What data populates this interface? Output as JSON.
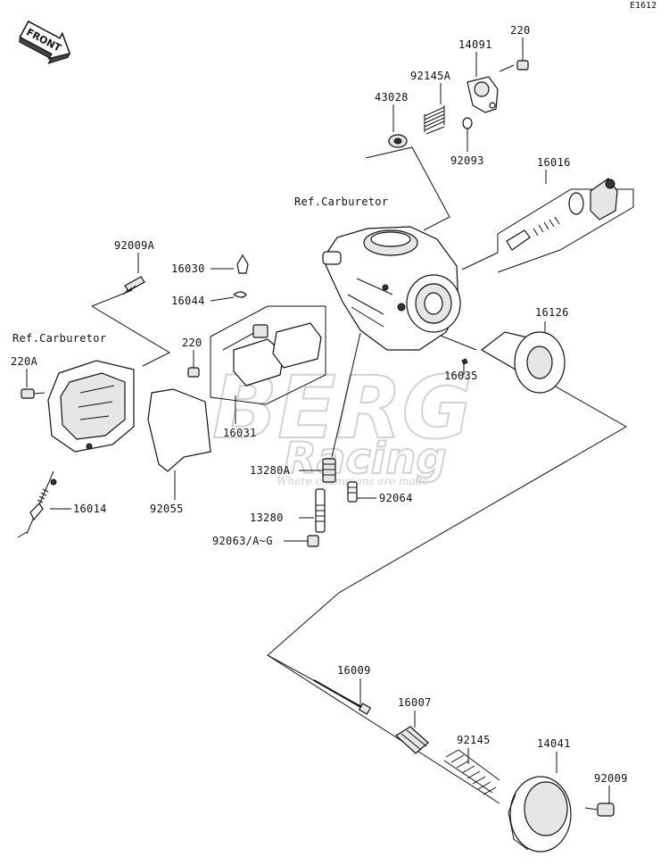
{
  "diagram_code": "E1612",
  "front_arrow": {
    "text": "FRONT",
    "icon": "front-arrow-icon"
  },
  "watermark": {
    "brand_top": "BERG",
    "brand_bottom": "Racing",
    "tagline": "Where champions are made"
  },
  "labels": {
    "220_top": "220",
    "14091": "14091",
    "92145A": "92145A",
    "43028": "43028",
    "92093": "92093",
    "16016": "16016",
    "ref_carb_top": "Ref.Carburetor",
    "92009A": "92009A",
    "16030": "16030",
    "16044": "16044",
    "ref_carb_left": "Ref.Carburetor",
    "220_mid": "220",
    "220A": "220A",
    "16126": "16126",
    "16035": "16035",
    "16031": "16031",
    "13280A": "13280A",
    "92064": "92064",
    "16014": "16014",
    "92055": "92055",
    "13280": "13280",
    "92063": "92063/A~G",
    "16009": "16009",
    "16007": "16007",
    "92145": "92145",
    "14041": "14041",
    "92009": "92009"
  }
}
